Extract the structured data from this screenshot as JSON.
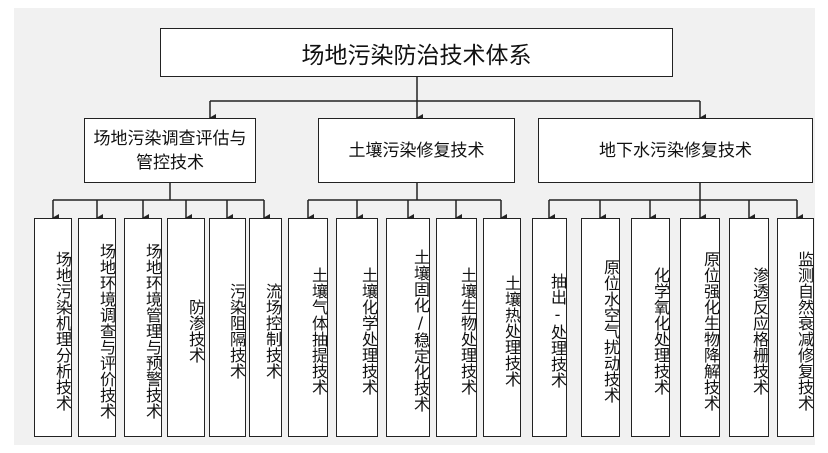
{
  "root": {
    "label": "场地污染防治技术体系"
  },
  "categories": [
    {
      "label": "场地污染调查评估与管控技术",
      "children": [
        "场地污染机理分析技术",
        "场地环境调查与评价技术",
        "场地环境管理与预警技术",
        "防渗技术",
        "污染阻隔技术",
        "流场控制技术"
      ]
    },
    {
      "label": "土壤污染修复技术",
      "children": [
        "土壤气体抽提技术",
        "土壤化学处理技术",
        "土壤固化/稳定化技术",
        "土壤生物处理技术",
        "土壤热处理技术"
      ]
    },
    {
      "label": "地下水污染修复技术",
      "children": [
        "抽出-处理技术",
        "原位水空气扰动技术",
        "化学氧化处理技术",
        "原位强化生物降解技术",
        "渗透反应格栅技术",
        "监测自然衰减修复技术"
      ]
    }
  ]
}
